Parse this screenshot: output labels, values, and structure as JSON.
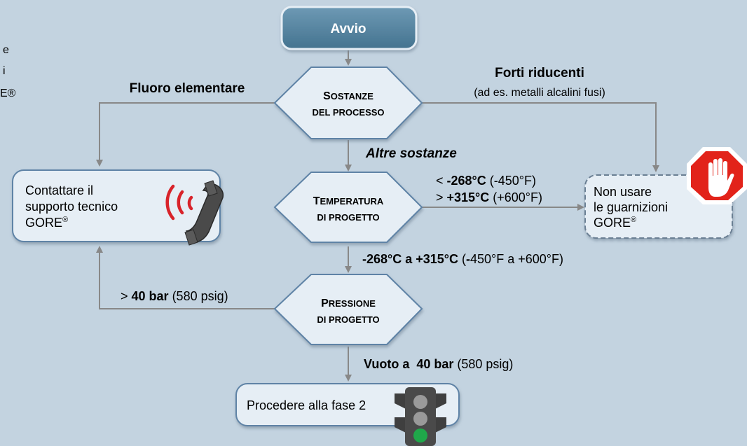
{
  "left_cut_text": [
    "e",
    "i",
    "E®"
  ],
  "nodes": {
    "start": "Avvio",
    "process": {
      "line1_first": "S",
      "line1_rest": "OSTANZE",
      "line2": "DEL PROCESSO"
    },
    "temperature": {
      "line1_first": "T",
      "line1_rest": "EMPERATURA",
      "line2": "DI PROGETTO"
    },
    "pressure": {
      "line1_first": "P",
      "line1_rest": "RESSIONE",
      "line2": "DI PROGETTO"
    },
    "contact": {
      "line1": "Contattare il",
      "line2": "supporto tecnico",
      "line3": "GORE",
      "sup": "®"
    },
    "no_use": {
      "line1": "Non usare",
      "line2": "le guarnizioni",
      "line3": "GORE",
      "sup": "®"
    },
    "proceed": "Procedere alla fase 2"
  },
  "edges": {
    "fluorine": "Fluoro elementare",
    "reducers_title": "Forti riducenti",
    "reducers_note": "(ad es. metalli alcalini fusi)",
    "other_substances": "Altre sostanze",
    "temp_low_prefix": "< ",
    "temp_low_bold": "-268°C",
    "temp_low_paren": " (-450°F)",
    "temp_high_prefix": "> ",
    "temp_high_bold": "+315°C",
    "temp_high_paren": " (+600°F)",
    "temp_range_bold": "-268°C a +315°C",
    "temp_range_paren_open": " (",
    "temp_range_paren_bold": "-",
    "temp_range_paren_rest": "450°F a +600°F)",
    "press_high_prefix": "> ",
    "press_high_bold": "40 bar",
    "press_high_rest": " (580 psig)",
    "press_ok_bold": "Vuoto a  40 bar",
    "press_ok_rest": " (580 psig)"
  },
  "colors": {
    "background": "#c3d3e0",
    "node_fill": "#e6eef5",
    "node_stroke": "#5e83a6",
    "start_fill": "#4e7d99",
    "arrow": "#888888",
    "stop_red": "#e2231a",
    "signal_red": "#d8232a",
    "green_light": "#1fa84a"
  },
  "icons": {
    "phone": "phone-ringing-icon",
    "stop": "stop-hand-icon",
    "traffic_light": "traffic-light-icon"
  }
}
